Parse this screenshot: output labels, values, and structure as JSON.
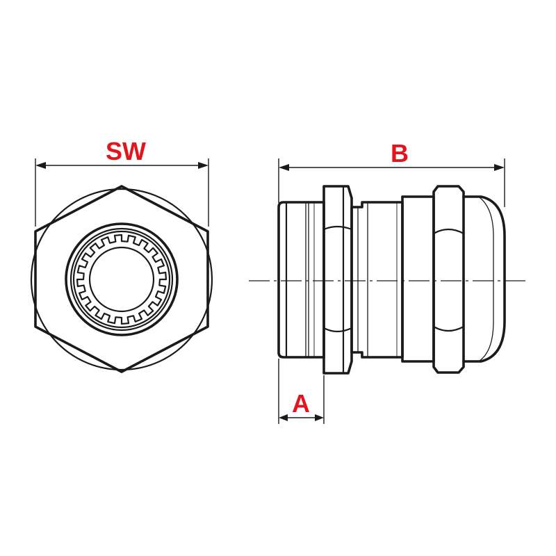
{
  "dimensions": {
    "sw_label": "SW",
    "b_label": "B",
    "a_label": "A"
  },
  "colors": {
    "label_red": "#e3141c",
    "line": "#1a1a1a"
  }
}
